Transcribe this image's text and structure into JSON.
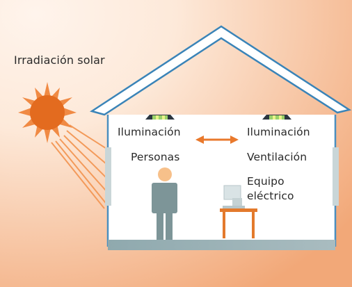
{
  "labels": {
    "solar": "Irradiación solar",
    "lighting_left": "Iluminación",
    "lighting_right": "Iluminación",
    "people": "Personas",
    "ventilation": "Ventilación",
    "equipment_line1": "Equipo",
    "equipment_line2": "eléctrico"
  },
  "colors": {
    "background_light": "#fde9d9",
    "background_dark": "#f0a070",
    "sun": "#e36b1f",
    "sun_rays": "#f39a5a",
    "roof_outline": "#3a84b8",
    "house_floor": "#97afb4",
    "person": "#7d9598",
    "desk": "#e37a2c",
    "arrow": "#e9792c",
    "window": "#c9d6d8"
  },
  "icons": [
    "sun-icon",
    "ceiling-lamp-icon",
    "person-icon",
    "computer-icon",
    "desk-icon",
    "double-arrow-icon"
  ]
}
